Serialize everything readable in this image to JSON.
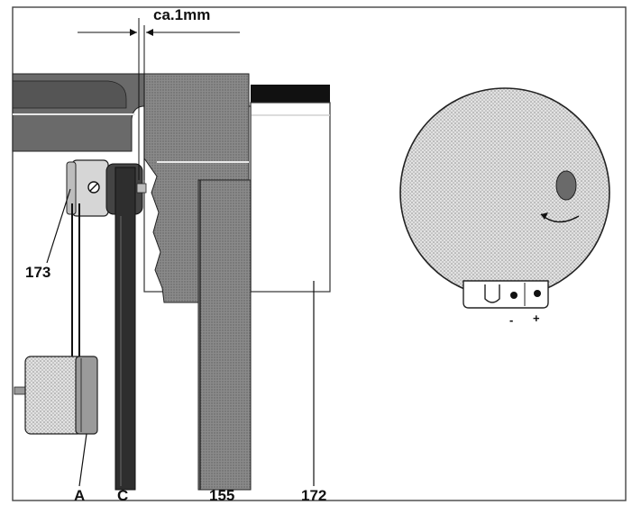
{
  "labels": {
    "gap": "ca.1mm",
    "part_173": "173",
    "part_a": "A",
    "part_c": "C",
    "part_155": "155",
    "part_172": "172",
    "minus": "-",
    "plus": "+"
  },
  "colors": {
    "ink": "#111111",
    "frame": "#444444",
    "mid_gray": "#8a8a8a",
    "dark_gray": "#4e4e4e",
    "light_gray": "#c8c8c8",
    "black": "#111111"
  }
}
